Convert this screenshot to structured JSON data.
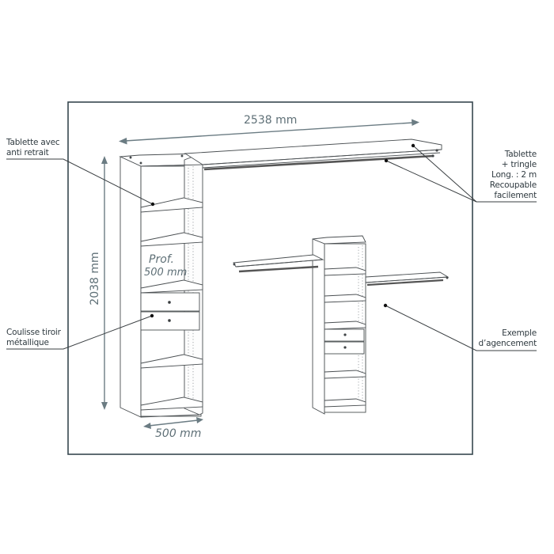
{
  "diagram": {
    "type": "dimensioned product drawing",
    "subject": "wardrobe shelving system",
    "colors": {
      "frame": "#37474f",
      "dimension": "#6b7c83",
      "line": "#4a4f52",
      "text": "#2f3a40"
    },
    "dimensions": {
      "width": "2538 mm",
      "height": "2038 mm",
      "depth_label": "Prof.",
      "depth_value": "500 mm",
      "column_width": "500 mm"
    },
    "callouts": {
      "shelf_anti_retreat": {
        "line1": "Tablette avec",
        "line2": "anti retrait"
      },
      "drawer_slide": {
        "line1": "Coulisse tiroir",
        "line2": "métallique"
      },
      "shelf_rod": {
        "line1": "Tablette",
        "line2": "+ tringle",
        "line3": "Long. : 2 m",
        "line4": "Recoupable",
        "line5": "facilement"
      },
      "layout_example": {
        "line1": "Exemple",
        "line2": "d’agencement"
      }
    }
  }
}
